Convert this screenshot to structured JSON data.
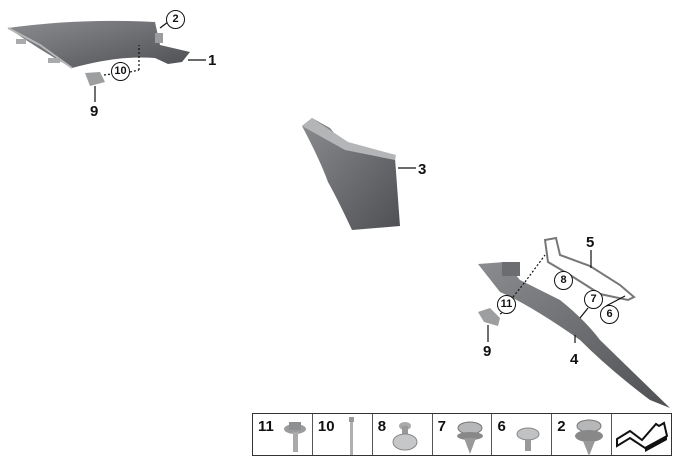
{
  "callouts": {
    "part1": "1",
    "part2": "2",
    "part3": "3",
    "part4": "4",
    "part5": "5",
    "part6": "6",
    "part7": "7",
    "part8": "8",
    "part9_top": "9",
    "part9_bottom": "9",
    "part10": "10",
    "part11": "11"
  },
  "legend": {
    "items": [
      {
        "number": "11",
        "icon": "hex-bolt-icon"
      },
      {
        "number": "10",
        "icon": "screw-icon"
      },
      {
        "number": "8",
        "icon": "expanding-rivet-icon"
      },
      {
        "number": "7",
        "icon": "push-clip-icon"
      },
      {
        "number": "6",
        "icon": "round-head-screw-icon"
      },
      {
        "number": "2",
        "icon": "push-clip-large-icon"
      }
    ],
    "last_icon": "parts-set-arrow-icon"
  }
}
